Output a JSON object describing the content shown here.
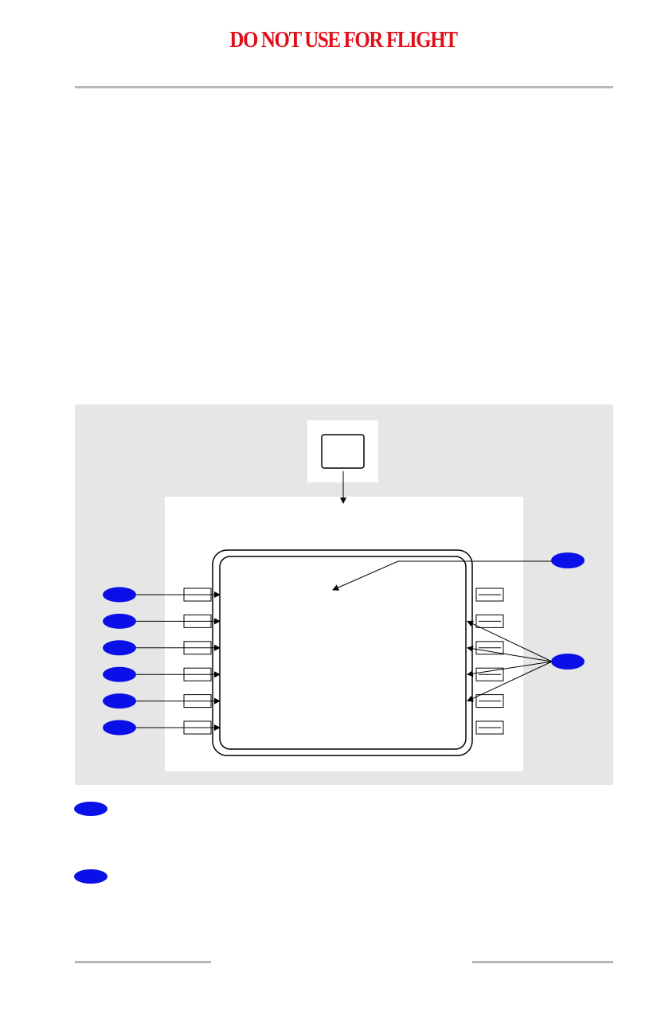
{
  "header": {
    "title": "DO NOT USE FOR FLIGHT"
  },
  "colors": {
    "title": "#e0101a",
    "callout_badge": "#0a10e8",
    "panel_background": "#e6e6e6",
    "rule": "#b7b7b7",
    "line": "#000000"
  },
  "diagram": {
    "left_line_select_keys": 6,
    "right_line_select_keys": 6
  }
}
